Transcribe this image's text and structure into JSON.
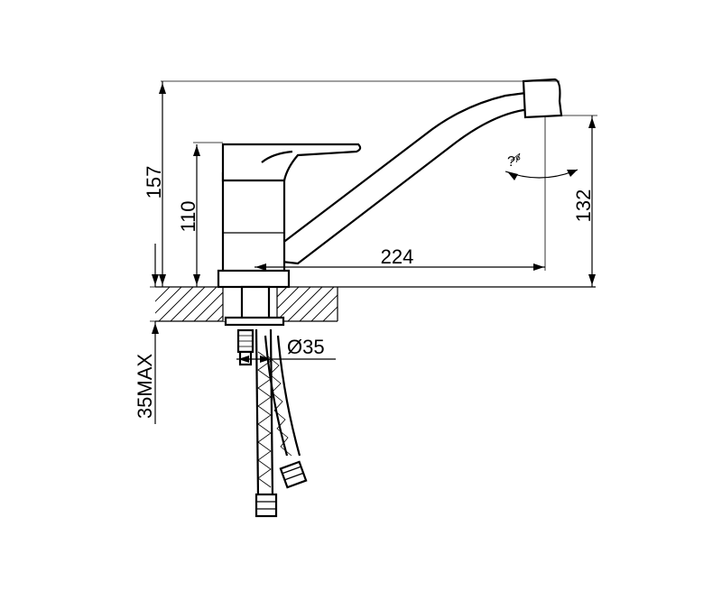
{
  "dimensions": {
    "overall_height": "157",
    "handle_height": "110",
    "spout_height": "132",
    "spout_reach": "224",
    "hole_diameter": "Ø35",
    "countertop_max": "35MAX",
    "rotation_angle": "?°"
  }
}
